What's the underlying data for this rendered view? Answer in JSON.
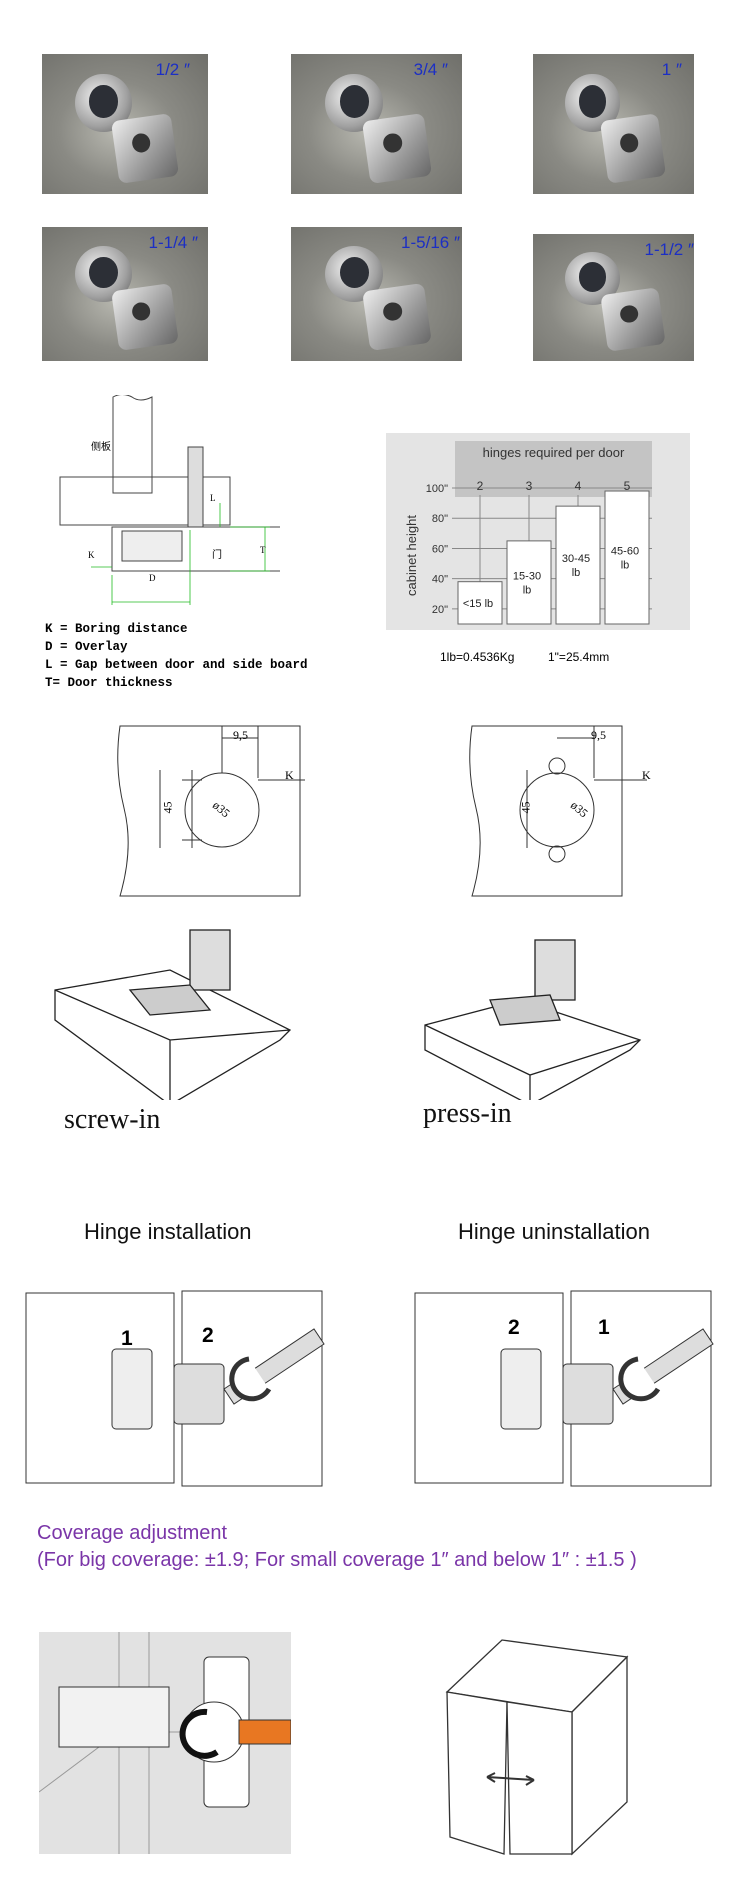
{
  "hinge_photos": [
    {
      "label": "1/2 ″"
    },
    {
      "label": "3/4 ″"
    },
    {
      "label": "1 ″"
    },
    {
      "label": "1-1/4 ″"
    },
    {
      "label": "1-5/16 ″"
    },
    {
      "label": "1-1/2 ″"
    }
  ],
  "section_diagram": {
    "side_board_label": "侧板",
    "door_label": "门",
    "dim_labels": {
      "k": "K",
      "d": "D",
      "l": "L",
      "t": "T"
    },
    "legend": [
      "K =  Boring distance",
      "D = Overlay",
      "L =  Gap between door and side board",
      "T= Door thickness"
    ]
  },
  "hinge_chart": {
    "title": "hinges required per door",
    "columns": [
      "2",
      "3",
      "4",
      "5"
    ],
    "ylabel": "cabinet height",
    "yticks": [
      "100\"",
      "80\"",
      "60\"",
      "40\"",
      "20\""
    ],
    "bars": [
      {
        "label1": "<15 lb",
        "label2": "",
        "height_in": 38
      },
      {
        "label1": "15-30",
        "label2": "lb",
        "height_in": 65
      },
      {
        "label1": "30-45",
        "label2": "lb",
        "height_in": 88
      },
      {
        "label1": "45-60",
        "label2": "lb",
        "height_in": 98
      }
    ],
    "conversion_lb": "1lb=0.4536Kg",
    "conversion_in": "1\"=25.4mm"
  },
  "drilling": {
    "dim_top": "9,5",
    "dim_side": "45",
    "dim_dia": "ø35",
    "k": "K"
  },
  "mounting": {
    "screw_in": "screw-in",
    "press_in": "press-in"
  },
  "installation": {
    "install_title": "Hinge installation",
    "uninstall_title": "Hinge uninstallation",
    "install_steps": [
      "1",
      "2"
    ],
    "uninstall_steps": [
      "2",
      "1"
    ]
  },
  "coverage": {
    "title": "Coverage adjustment",
    "note": "(For big coverage: ±1.9; For small coverage 1″ and below 1″ : ±1.5 )",
    "color": "#7a35a8"
  }
}
